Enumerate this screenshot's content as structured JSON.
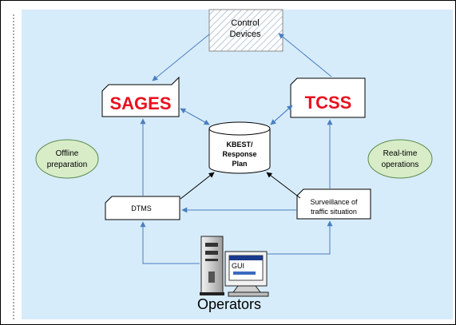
{
  "nodes": {
    "control_devices": {
      "line1": "Control",
      "line2": "Devices"
    },
    "sages": {
      "label": "SAGES"
    },
    "tcss": {
      "label": "TCSS"
    },
    "kbest": {
      "line1": "KBEST/",
      "line2": "Response",
      "line3": "Plan"
    },
    "offline": {
      "line1": "Offline",
      "line2": "preparation"
    },
    "realtime": {
      "line1": "Real-time",
      "line2": "operations"
    },
    "dtms": {
      "label": "DTMS"
    },
    "surveillance": {
      "line1": "Surveillance of",
      "line2": "traffic situation"
    },
    "gui": {
      "label": "GUI"
    },
    "operators": {
      "label": "Operators"
    }
  },
  "colors": {
    "panel_fill": "#d7ecfa",
    "arrow": "#4a7ec0",
    "title_red": "#e8101e",
    "ellipse_fill": "#d8ecc8",
    "ellipse_stroke": "#5a8a4a"
  }
}
